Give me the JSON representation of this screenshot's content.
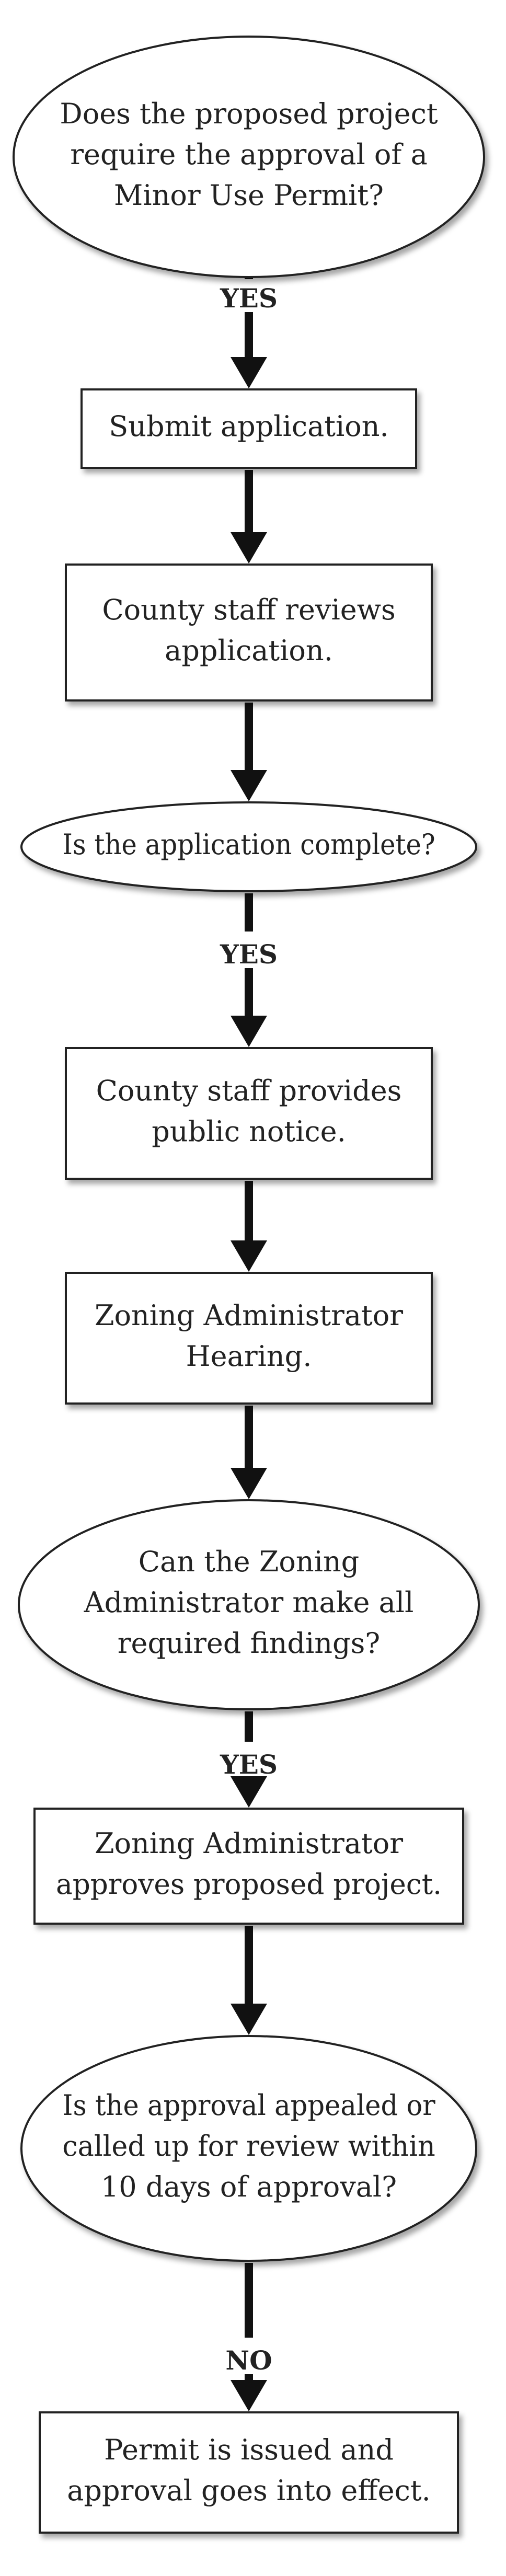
{
  "nodes": [
    {
      "id": "minor-use-permit-question",
      "shape": "ellipse",
      "lines": [
        "Does the proposed project",
        "require the approval of a",
        "Minor Use Permit?"
      ]
    },
    {
      "id": "submit-application",
      "shape": "box",
      "lines": [
        "Submit application."
      ]
    },
    {
      "id": "staff-reviews-application",
      "shape": "box",
      "lines": [
        "County staff reviews",
        "application."
      ]
    },
    {
      "id": "application-complete-question",
      "shape": "ellipse",
      "lines": [
        "Is the application complete?"
      ]
    },
    {
      "id": "staff-public-notice",
      "shape": "box",
      "lines": [
        "County staff provides",
        "public notice."
      ]
    },
    {
      "id": "zoning-hearing",
      "shape": "box",
      "lines": [
        "Zoning Administrator",
        "Hearing."
      ]
    },
    {
      "id": "required-findings-question",
      "shape": "ellipse",
      "lines": [
        "Can the Zoning",
        "Administrator make all",
        "required findings?"
      ]
    },
    {
      "id": "zoning-approves",
      "shape": "box",
      "lines": [
        "Zoning Administrator",
        "approves proposed project."
      ]
    },
    {
      "id": "appeal-question",
      "shape": "ellipse",
      "lines": [
        "Is the approval appealed or",
        "called up for review within",
        "10 days of approval?"
      ]
    },
    {
      "id": "permit-issued",
      "shape": "box",
      "lines": [
        "Permit is issued and",
        "approval goes into effect."
      ]
    }
  ],
  "edges": [
    {
      "from": "minor-use-permit-question",
      "to": "submit-application",
      "label": "YES"
    },
    {
      "from": "submit-application",
      "to": "staff-reviews-application",
      "label": ""
    },
    {
      "from": "staff-reviews-application",
      "to": "application-complete-question",
      "label": ""
    },
    {
      "from": "application-complete-question",
      "to": "staff-public-notice",
      "label": "YES"
    },
    {
      "from": "staff-public-notice",
      "to": "zoning-hearing",
      "label": ""
    },
    {
      "from": "zoning-hearing",
      "to": "required-findings-question",
      "label": ""
    },
    {
      "from": "required-findings-question",
      "to": "zoning-approves",
      "label": "YES"
    },
    {
      "from": "zoning-approves",
      "to": "appeal-question",
      "label": ""
    },
    {
      "from": "appeal-question",
      "to": "permit-issued",
      "label": "NO"
    }
  ]
}
